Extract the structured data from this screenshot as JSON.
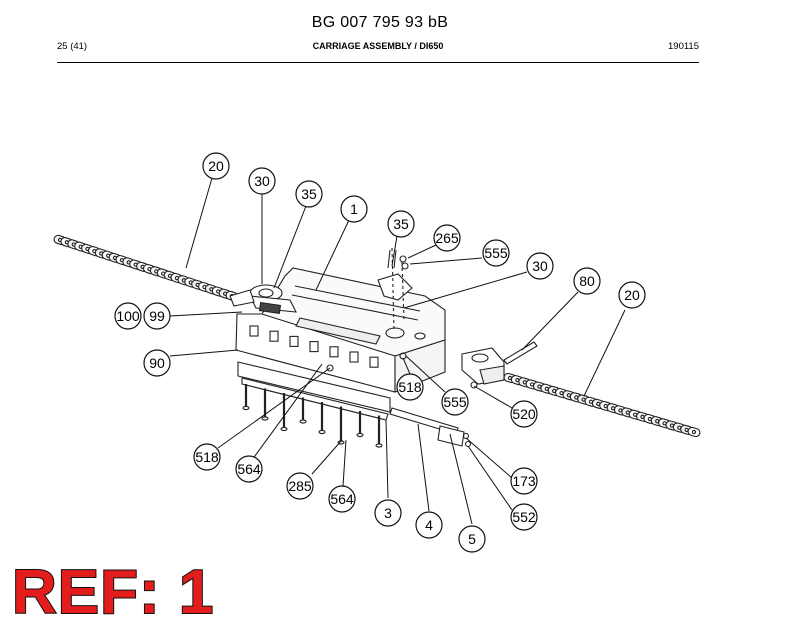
{
  "header": {
    "document_number": "BG 007 795 93 bB",
    "page": "25 (41)",
    "title": "CARRIAGE ASSEMBLY / DI650",
    "date_code": "190115"
  },
  "callouts": [
    {
      "label": "20"
    },
    {
      "label": "30"
    },
    {
      "label": "35"
    },
    {
      "label": "1"
    },
    {
      "label": "35"
    },
    {
      "label": "265"
    },
    {
      "label": "555"
    },
    {
      "label": "30"
    },
    {
      "label": "80"
    },
    {
      "label": "20"
    },
    {
      "label": "100"
    },
    {
      "label": "99"
    },
    {
      "label": "90"
    },
    {
      "label": "518"
    },
    {
      "label": "555"
    },
    {
      "label": "520"
    },
    {
      "label": "518"
    },
    {
      "label": "564"
    },
    {
      "label": "285"
    },
    {
      "label": "564"
    },
    {
      "label": "3"
    },
    {
      "label": "4"
    },
    {
      "label": "5"
    },
    {
      "label": "173"
    },
    {
      "label": "552"
    }
  ],
  "stamp": {
    "text": "REF: 1",
    "color": "#e31c1c"
  }
}
